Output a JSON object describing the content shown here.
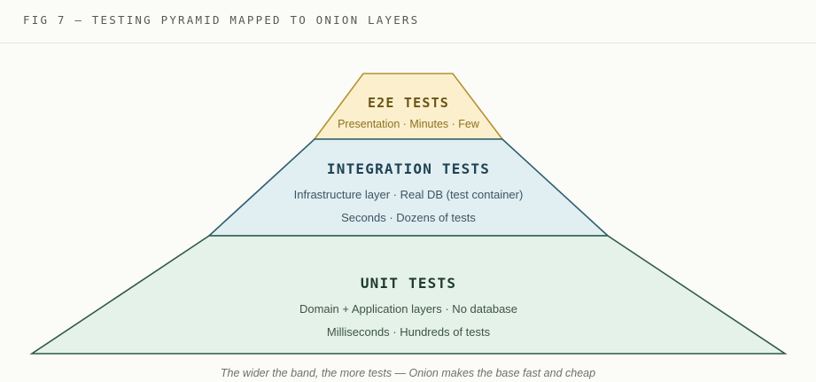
{
  "figure": {
    "title": "FIG 7 — TESTING PYRAMID MAPPED TO ONION LAYERS",
    "caption": "The wider the band, the more tests — Onion makes the base fast and cheap"
  },
  "layers": [
    {
      "id": "e2e",
      "title": "E2E TESTS",
      "lines": [
        "Presentation · Minutes · Few"
      ],
      "fill": "#fbefcd",
      "stroke": "#b59232",
      "title_color": "#6b5416",
      "text_color": "#8d7220"
    },
    {
      "id": "integration",
      "title": "INTEGRATION TESTS",
      "lines": [
        "Infrastructure layer · Real DB (test container)",
        "Seconds · Dozens of tests"
      ],
      "fill": "#e1eef2",
      "stroke": "#2c5d6e",
      "title_color": "#1f4354",
      "text_color": "#3d5663"
    },
    {
      "id": "unit",
      "title": "UNIT TESTS",
      "lines": [
        "Domain + Application layers · No database",
        "Milliseconds · Hundreds of tests"
      ],
      "fill": "#e5f2e9",
      "stroke": "#2f5a44",
      "title_color": "#1f3a2c",
      "text_color": "#3e5446"
    }
  ]
}
